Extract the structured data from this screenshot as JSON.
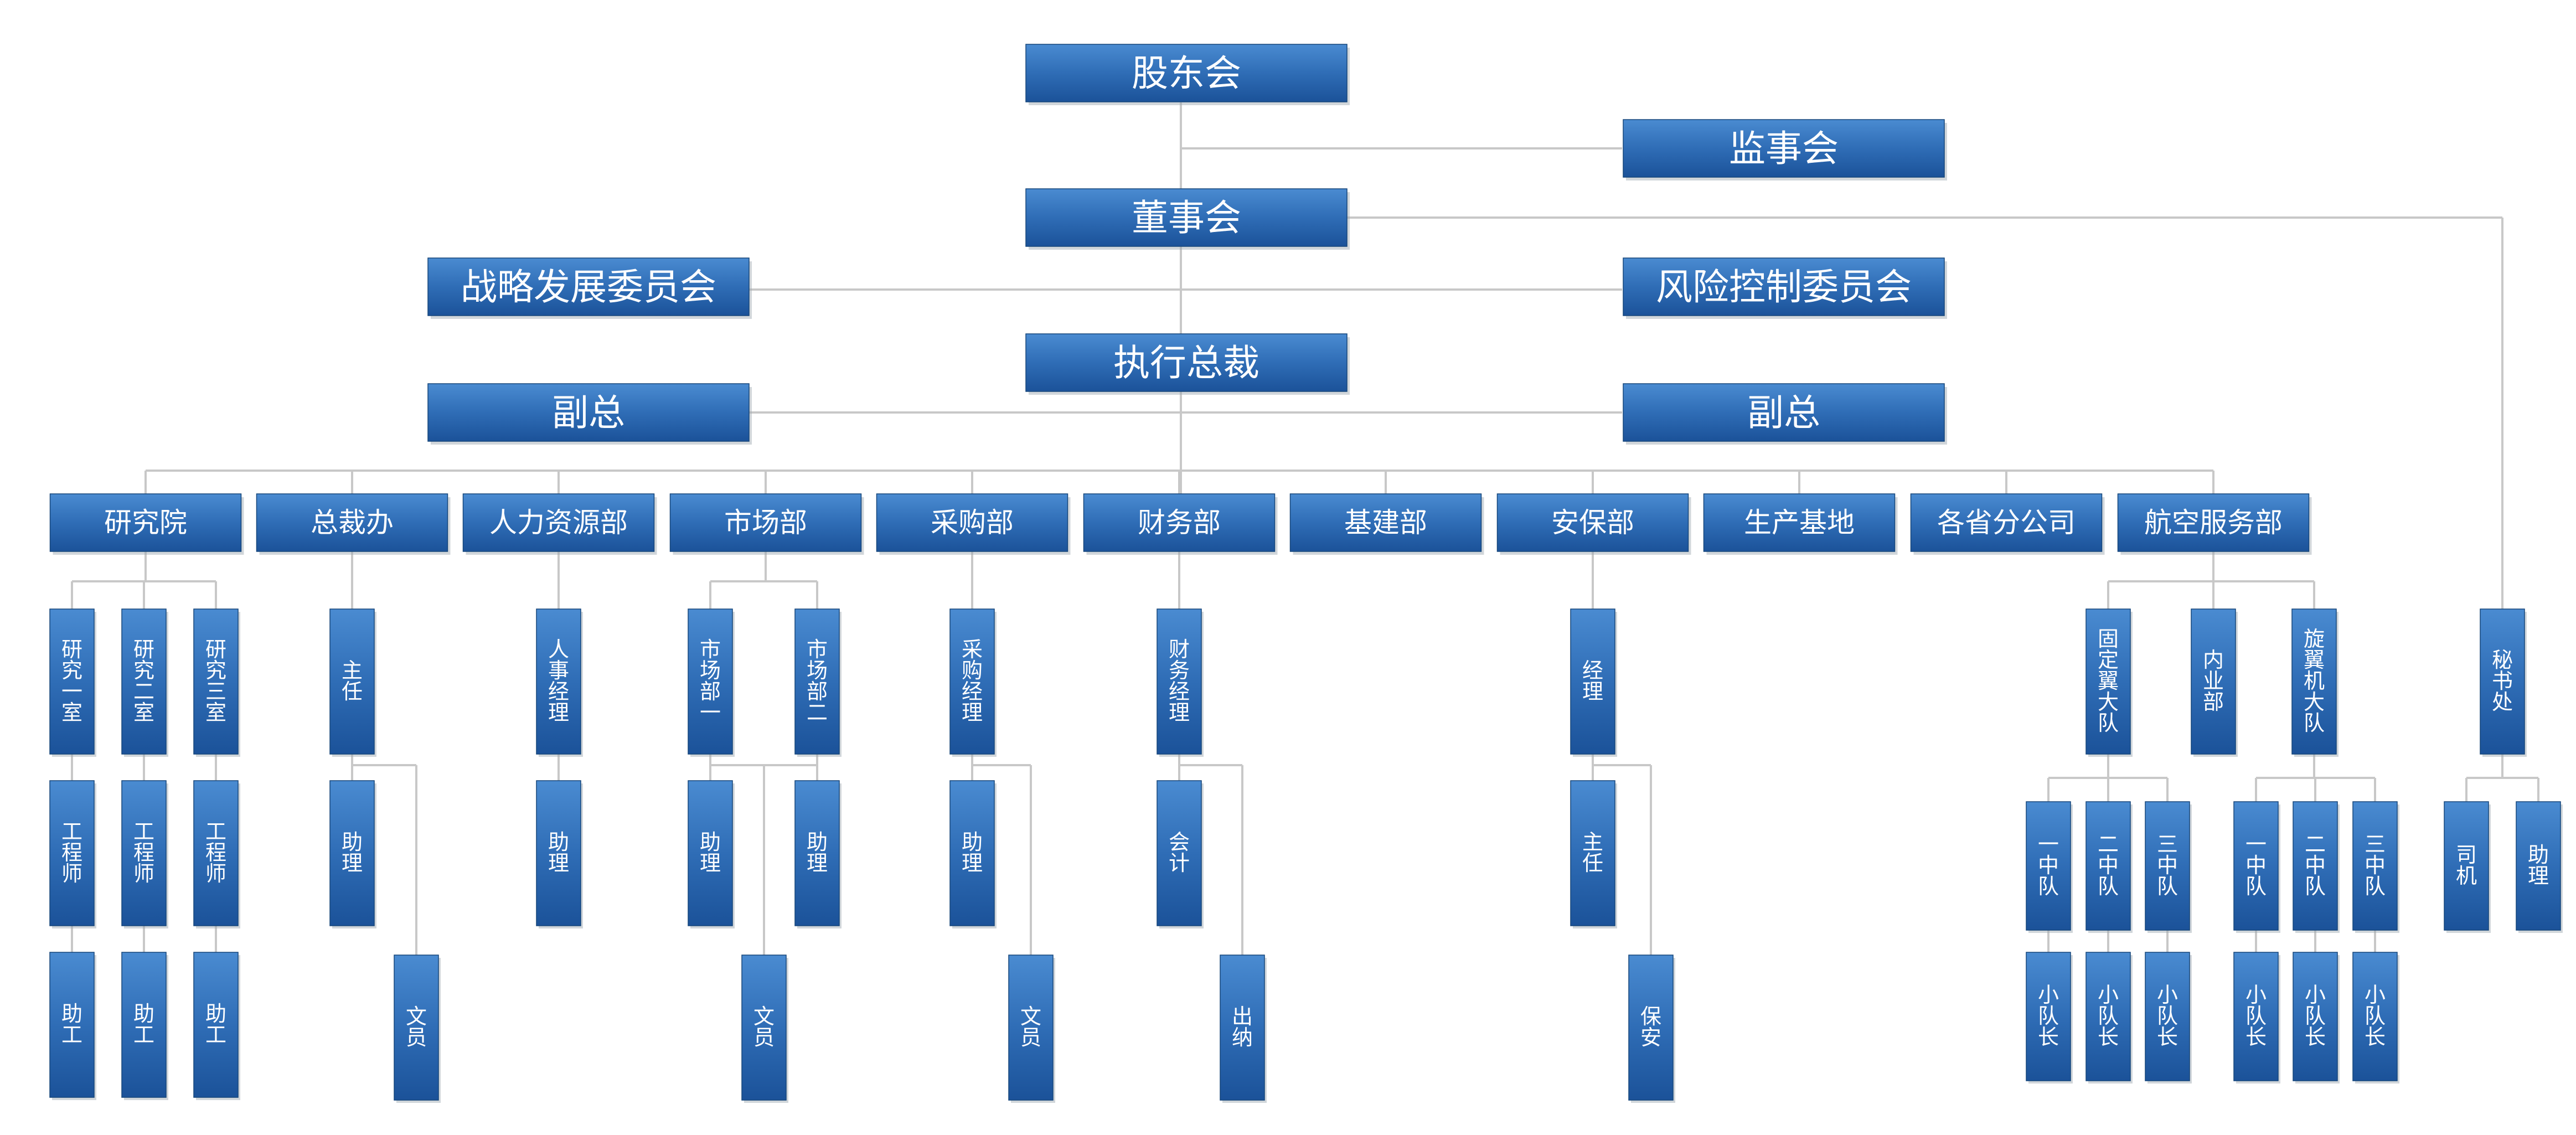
{
  "top": {
    "shareholders": "股东会",
    "supervisors": "监事会",
    "board": "董事会",
    "strategy_committee": "战略发展委员会",
    "risk_committee": "风险控制委员会",
    "ceo": "执行总裁",
    "vp_left": "副总",
    "vp_right": "副总"
  },
  "departments": {
    "research": "研究院",
    "president_office": "总裁办",
    "hr": "人力资源部",
    "marketing": "市场部",
    "procurement": "采购部",
    "finance": "财务部",
    "construction": "基建部",
    "security": "安保部",
    "production_base": "生产基地",
    "provincial": "各省分公司",
    "aviation": "航空服务部"
  },
  "research": {
    "labs": [
      "研究一室",
      "研究二室",
      "研究三室"
    ],
    "engineer": "工程师",
    "assistant_worker": "助工"
  },
  "president_office": {
    "head": "主任",
    "assistant": "助理",
    "clerk": "文员"
  },
  "hr": {
    "manager": "人事经理",
    "assistant": "助理"
  },
  "marketing": {
    "dept1": "市场部一",
    "dept2": "市场部二",
    "assistant": "助理",
    "clerk": "文员"
  },
  "procurement": {
    "manager": "采购经理",
    "assistant": "助理",
    "clerk": "文员"
  },
  "finance": {
    "manager": "财务经理",
    "accountant": "会计",
    "cashier": "出纳"
  },
  "security": {
    "manager": "经理",
    "head": "主任",
    "guard": "保安"
  },
  "aviation": {
    "fixed_wing": "固定翼大队",
    "internal": "内业部",
    "rotor": "旋翼机大队",
    "squads": [
      "一中队",
      "二中队",
      "三中队"
    ],
    "squad_leader": "小队长"
  },
  "secretariat": {
    "name": "秘书处",
    "driver": "司机",
    "assistant": "助理"
  },
  "colors": {
    "box_top": "#4a8bd1",
    "box_bottom": "#1b5299",
    "connector": "#c8c8c8"
  }
}
